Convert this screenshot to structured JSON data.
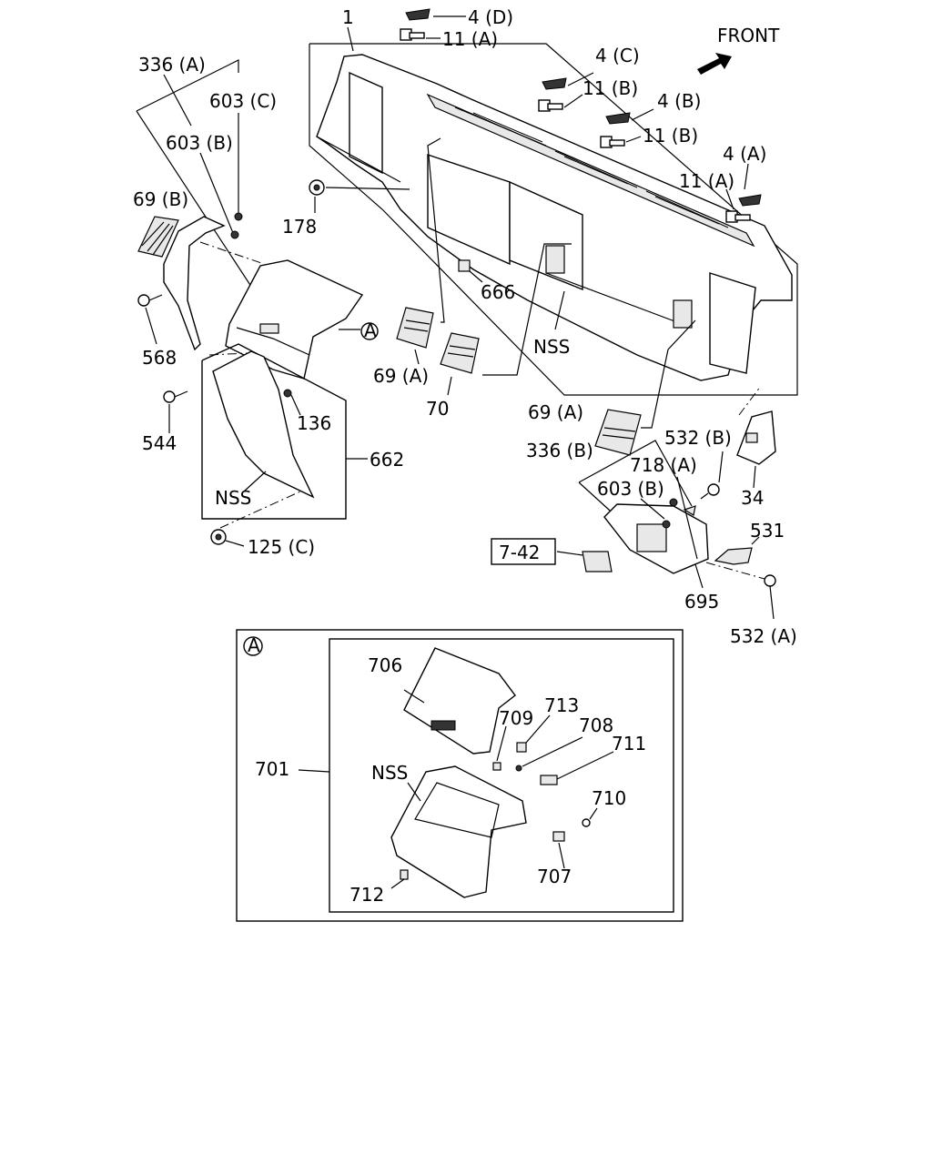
{
  "front_label": "FRONT",
  "ref_box": "7-42",
  "inset_tag": "A",
  "callout_tag": "A",
  "labels": {
    "p1": "1",
    "p4d": "4 (D)",
    "p11a_top": "11 (A)",
    "p4c": "4 (C)",
    "p11b_1": "11 (B)",
    "p4b": "4 (B)",
    "p11b_2": "11 (B)",
    "p4a": "4 (A)",
    "p11a_r": "11 (A)",
    "p336a": "336 (A)",
    "p603c": "603 (C)",
    "p603b_l": "603 (B)",
    "p69b": "69 (B)",
    "p178": "178",
    "p666": "666",
    "p568": "568",
    "nss_mid": "NSS",
    "p69a_l": "69 (A)",
    "p70": "70",
    "p544": "544",
    "p136": "136",
    "p662": "662",
    "nss_left": "NSS",
    "p125c": "125 (C)",
    "p69a_r": "69 (A)",
    "p532b": "532 (B)",
    "p336b": "336 (B)",
    "p718a": "718 (A)",
    "p603b_r": "603 (B)",
    "p34": "34",
    "p531": "531",
    "p695": "695",
    "p532a": "532 (A)",
    "p706": "706",
    "p713": "713",
    "p709": "709",
    "p708": "708",
    "p711": "711",
    "p701": "701",
    "nss_inset": "NSS",
    "p710": "710",
    "p707": "707",
    "p712": "712"
  }
}
